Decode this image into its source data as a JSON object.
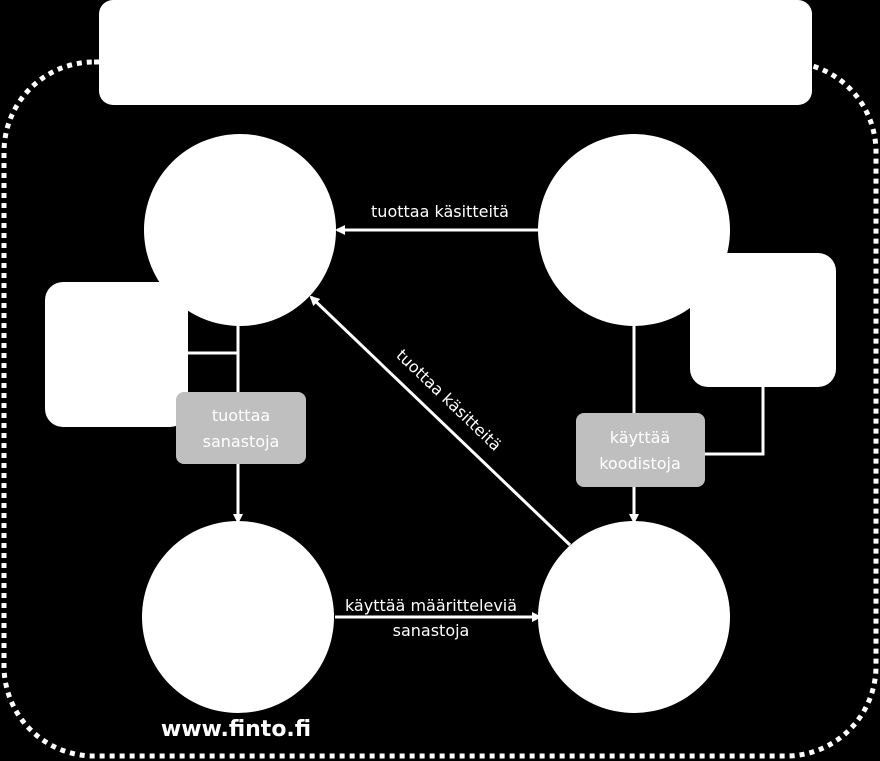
{
  "colors": {
    "background": "#000000",
    "node": "#ffffff",
    "line": "#ffffff",
    "label_box": "#bfbfbf"
  },
  "edges": {
    "top": "tuottaa käsitteitä",
    "diagonal": "tuottaa käsitteitä",
    "bottom_line1": "käyttää määritteleviä",
    "bottom_line2": "sanastoja"
  },
  "label_boxes": {
    "left_line1": "tuottaa",
    "left_line2": "sanastoja",
    "right_line1": "käyttää",
    "right_line2": "koodistoja"
  },
  "footer": {
    "site": "www.finto.fi"
  }
}
